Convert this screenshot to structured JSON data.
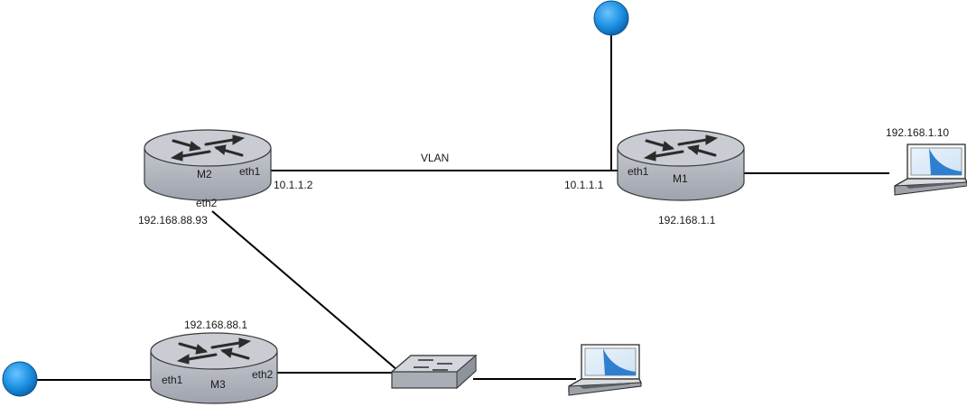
{
  "colors": {
    "router_top": "#c9ccd3",
    "router_body": "#b2b5be",
    "router_edge": "#3a3a3a",
    "globe": "#1a8fe0",
    "globe_edge": "#0d4f87",
    "screen": "#2f7fd0",
    "link": "#000000"
  },
  "routers": [
    {
      "id": "M2",
      "name": "M2",
      "ports": {
        "eth1": "eth1",
        "eth2": "eth2"
      }
    },
    {
      "id": "M1",
      "name": "M1",
      "ports": {
        "eth1": "eth1"
      }
    },
    {
      "id": "M3",
      "name": "M3",
      "ports": {
        "eth1": "eth1",
        "eth2": "eth2"
      }
    }
  ],
  "labels": {
    "vlan": "VLAN",
    "m2_eth1_ip": "10.1.1.2",
    "m1_eth1_ip": "10.1.1.1",
    "m2_eth2_ip": "192.168.88.93",
    "m1_lan_ip": "192.168.1.1",
    "laptop_top_ip": "192.168.1.10",
    "m3_ip": "192.168.88.1"
  },
  "icons": {
    "internet": "globe-icon",
    "router": "router-icon",
    "switch": "switch-icon",
    "laptop": "laptop-icon"
  }
}
